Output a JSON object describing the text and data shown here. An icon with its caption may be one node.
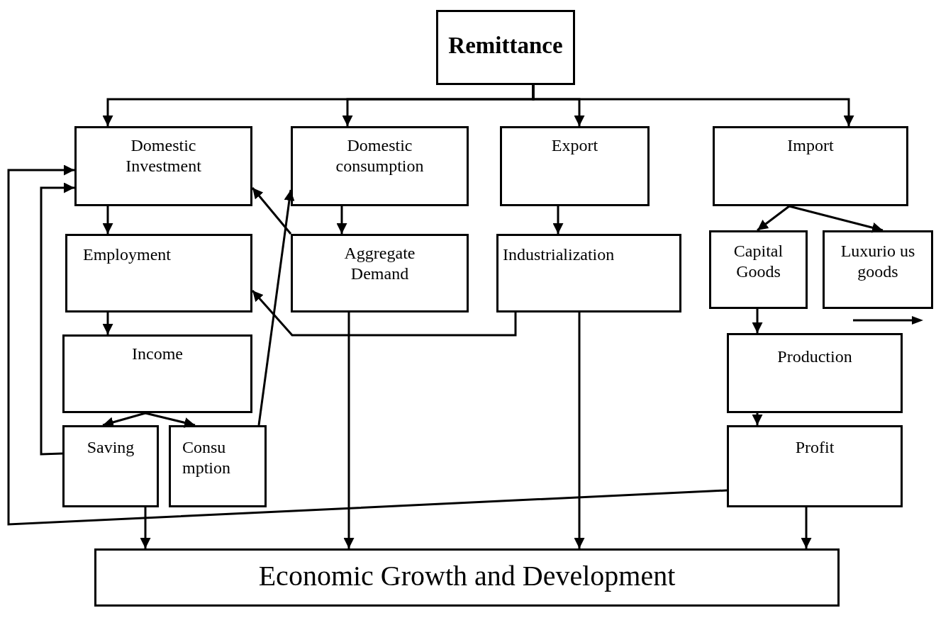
{
  "diagram": {
    "nodes": [
      {
        "text": [
          "Remittance"
        ]
      },
      {
        "text": [
          "Domestic Investment"
        ]
      },
      {
        "text": [
          "Domestic consumption"
        ]
      },
      {
        "text": [
          "Export"
        ]
      },
      {
        "text": [
          "Import"
        ]
      },
      {
        "text": [
          "Employment"
        ]
      },
      {
        "text": [
          "Aggregate Demand"
        ]
      },
      {
        "text": [
          "Industrialization"
        ]
      },
      {
        "text": [
          "Capital Goods"
        ]
      },
      {
        "text": [
          "Luxurio us goods"
        ]
      },
      {
        "text": [
          "Income"
        ]
      },
      {
        "text": [
          "Production"
        ]
      },
      {
        "text": [
          "Saving"
        ]
      },
      {
        "text": [
          "Consu mption"
        ]
      },
      {
        "text": [
          "Profit"
        ]
      },
      {
        "text": [
          "Economic Growth and Development"
        ]
      }
    ],
    "edges": [
      {
        "from": 0,
        "to": 1,
        "arrow": "to"
      },
      {
        "from": 0,
        "to": 2,
        "arrow": "to"
      },
      {
        "from": 0,
        "to": 3,
        "arrow": "to"
      },
      {
        "from": 0,
        "to": 4,
        "arrow": "to"
      },
      {
        "from": 1,
        "to": 5,
        "arrow": "to"
      },
      {
        "from": 2,
        "to": 6,
        "arrow": "to"
      },
      {
        "from": 3,
        "to": 7,
        "arrow": "to"
      },
      {
        "from": 4,
        "to": 8,
        "arrow": "to"
      },
      {
        "from": 4,
        "to": 9,
        "arrow": "to"
      },
      {
        "from": 5,
        "to": 10,
        "arrow": "to"
      },
      {
        "from": 10,
        "to": 12,
        "arrow": "to"
      },
      {
        "from": 10,
        "to": 13,
        "arrow": "to"
      },
      {
        "from": 8,
        "to": 11,
        "arrow": "to"
      },
      {
        "from": 11,
        "to": 14,
        "arrow": "to"
      },
      {
        "from": 12,
        "to": 1,
        "arrow": "to"
      },
      {
        "from": 14,
        "to": 1,
        "arrow": "to"
      },
      {
        "from": 6,
        "to": 1,
        "arrow": "to"
      },
      {
        "from": 7,
        "to": 5,
        "arrow": "to"
      },
      {
        "from": 13,
        "to": 2,
        "arrow": "to"
      },
      {
        "from": 12,
        "to": 15,
        "arrow": "to"
      },
      {
        "from": 6,
        "to": 15,
        "arrow": "to"
      },
      {
        "from": 7,
        "to": 15,
        "arrow": "to"
      },
      {
        "from": 14,
        "to": 15,
        "arrow": "to"
      }
    ]
  }
}
